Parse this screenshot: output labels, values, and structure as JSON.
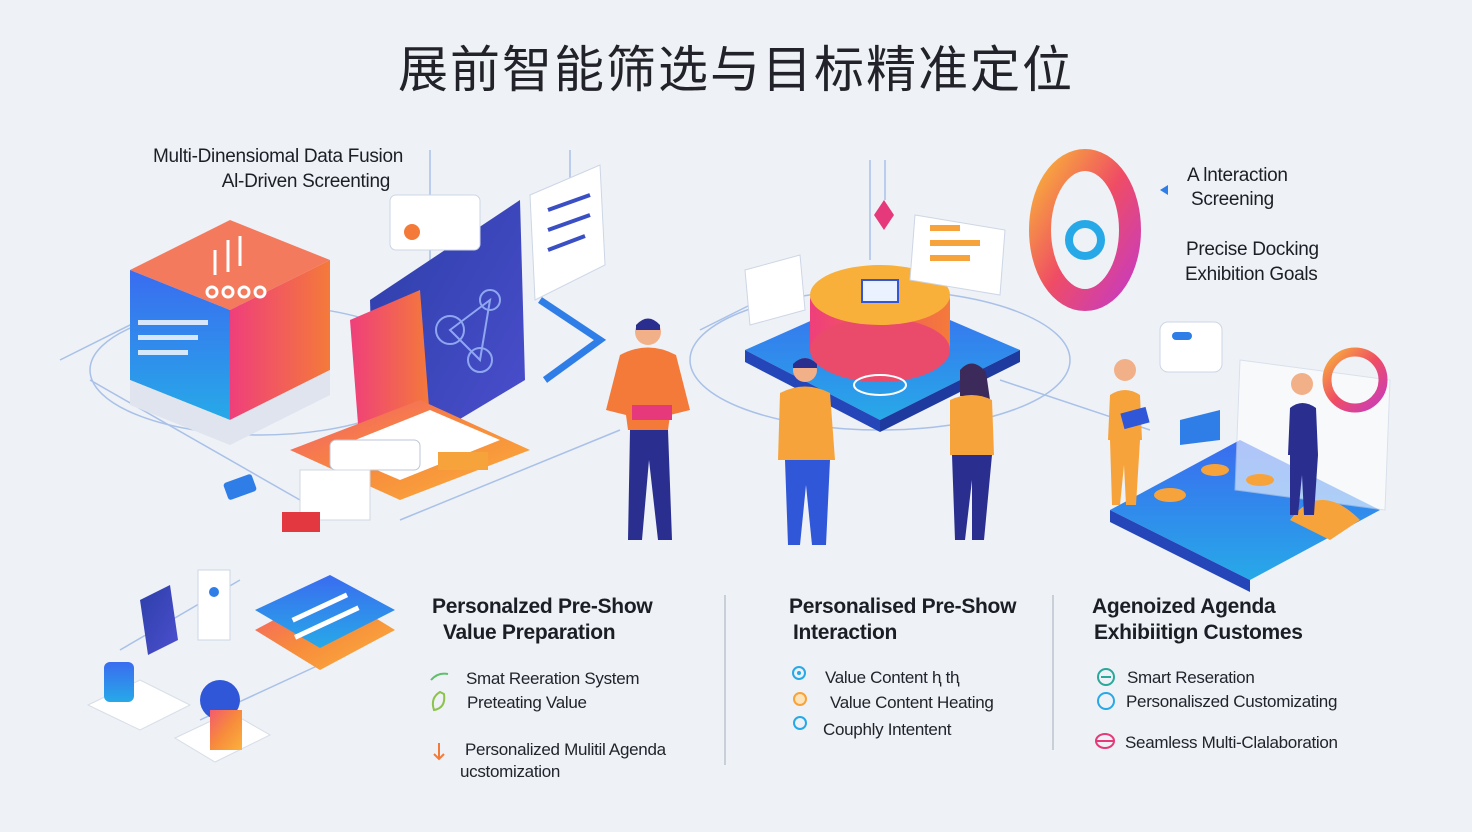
{
  "title": "展前智能筛选与目标精准定位",
  "top_labels": {
    "left_1": "Multi-Dinensiomal Data Fusion",
    "left_2": "Al-Driven Screenting",
    "right_1": "A lnteraction",
    "right_2": "Screening",
    "right_3": "Precise Docking",
    "right_4": "Exhibition Goals"
  },
  "columns": [
    {
      "heading_1": "Personalzed Pre-Show",
      "heading_2": "Value Preparation",
      "items": [
        "Smat Reeration System",
        "Preteating Value",
        "Personalized Mulitil Agenda",
        "ucstomization"
      ]
    },
    {
      "heading_1": "Personalised Pre-Show",
      "heading_2": "Interaction",
      "items": [
        "Value Content ⱨ tⱨ",
        "Value Content Heating",
        "Couphly Intentent"
      ]
    },
    {
      "heading_1": "Agenoized Agenda",
      "heading_2": "Exhibiitign Customes",
      "items": [
        "Smart Reseration",
        "Personaliszed Customizating",
        "Seamless Multi-Clalaboration"
      ]
    }
  ],
  "colors": {
    "blue": "#2f57d8",
    "navy": "#2a2f8f",
    "orange": "#f7a33b",
    "magenta": "#e5397b",
    "cyan": "#27a9e8",
    "skin": "#f2b089"
  }
}
